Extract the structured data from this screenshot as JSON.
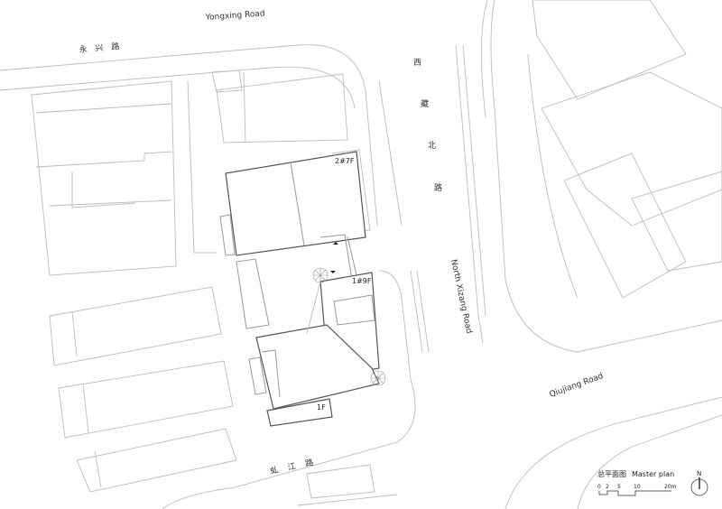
{
  "roads": {
    "yongxing_cn": "永 兴 路",
    "yongxing_en": "Yongxing Road",
    "xizang_cn": [
      "西",
      "藏",
      "北",
      "路"
    ],
    "xizang_en": "North Xizang Road",
    "qiujiang_en": "Qiujiang Road",
    "qiujiang_cn": "虬 江 路"
  },
  "buildings": {
    "b2": "2#7F",
    "b1": "1#9F",
    "b1f": "1F"
  },
  "legend": {
    "title_cn": "总平面图",
    "title_en": "Master plan",
    "scale": [
      "0",
      "2",
      "5",
      "10",
      "20m"
    ],
    "north": "N"
  }
}
